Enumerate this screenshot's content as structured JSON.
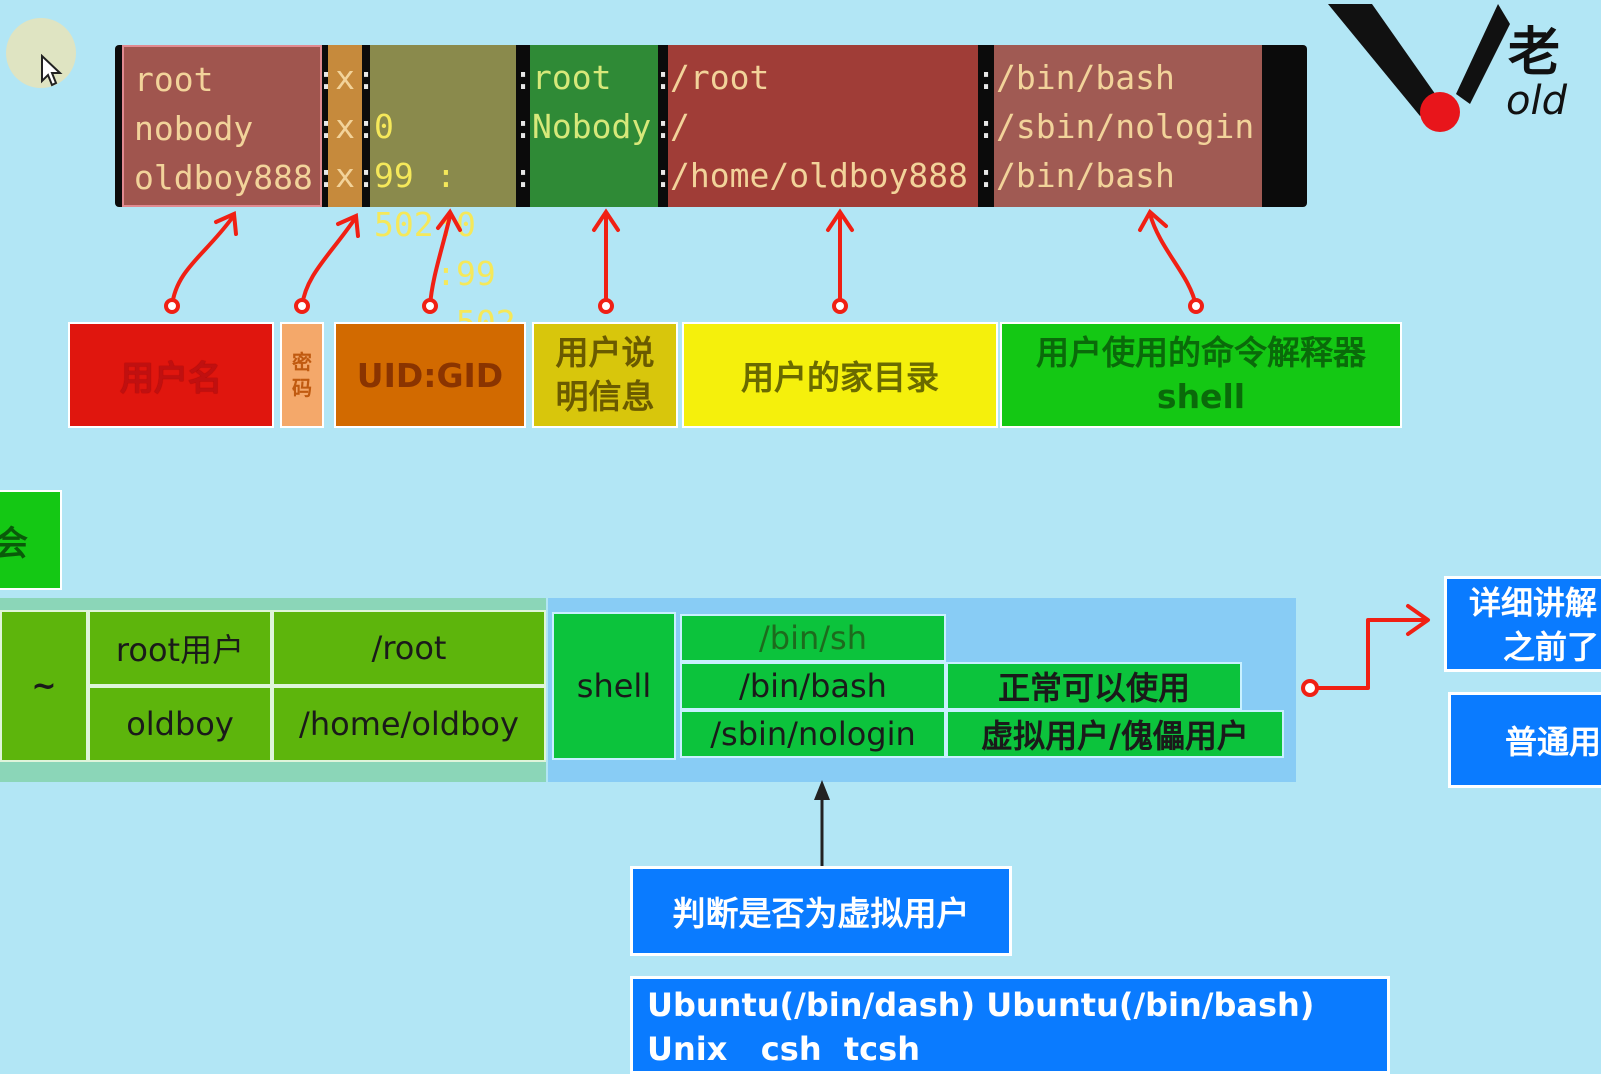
{
  "terminal": {
    "col_username": [
      "root",
      "nobody",
      "oldboy888"
    ],
    "col_password": [
      "x",
      "x",
      "x"
    ],
    "col_uid": [
      "0",
      "99",
      "502"
    ],
    "col_gid": [
      "0",
      "99",
      "502"
    ],
    "col_comment": [
      "root",
      "Nobody",
      ""
    ],
    "col_home": [
      "/root",
      "/",
      "/home/oldboy888"
    ],
    "col_shell": [
      "/bin/bash",
      "/sbin/nologin",
      "/bin/bash"
    ],
    "sep": ":"
  },
  "labels": {
    "username": "用户名",
    "password": "密码",
    "uidgid": "UID:GID",
    "comment": "用户说明信息",
    "home": "用户的家目录",
    "shell_line1": "用户使用的命令解释器",
    "shell_line2": "shell"
  },
  "logo": {
    "chinese": "老",
    "latin": "old"
  },
  "side_label": "会",
  "home_table": {
    "tilde": "~",
    "rows": [
      {
        "user": "root用户",
        "dir": "/root"
      },
      {
        "user": "oldboy",
        "dir": "/home/oldboy"
      }
    ]
  },
  "shell_table": {
    "title": "shell",
    "rows": [
      {
        "path": "/bin/sh",
        "desc": ""
      },
      {
        "path": "/bin/bash",
        "desc": "正常可以使用"
      },
      {
        "path": "/sbin/nologin",
        "desc": "虚拟用户/傀儡用户"
      }
    ]
  },
  "judge_box": "判断是否为虚拟用户",
  "distros": {
    "line1": "Ubuntu(/bin/dash) Ubuntu(/bin/bash)",
    "line2": "Unix   csh  tcsh"
  },
  "right_boxes": {
    "top_line1": "详细讲解",
    "top_line2": "之前了",
    "bottom": "普通用"
  },
  "colors": {
    "background": "#b2e6f5",
    "username_hl": "#a0554e",
    "password_hl": "#c68a3c",
    "uid_hl": "#8a8a4c",
    "comment_hl": "#2f8a36",
    "home_hl": "#a03d37",
    "shell_hl": "#a05a53",
    "label_red": "#e0160e",
    "label_orange": "#d26a00",
    "label_yellow": "#f5f00c",
    "label_green": "#14c814",
    "blue": "#0a7bff",
    "arrow": "#f02014"
  }
}
